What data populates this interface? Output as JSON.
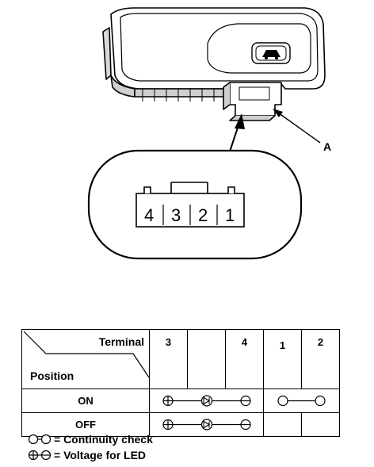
{
  "callout": {
    "part_label": "A"
  },
  "connector": {
    "pins": [
      "4",
      "3",
      "2",
      "1"
    ]
  },
  "table": {
    "corner_terminal_label": "Terminal",
    "corner_position_label": "Position",
    "terminal_columns": [
      "3",
      "",
      "4",
      "1",
      "2"
    ],
    "rows": [
      {
        "position": "ON",
        "led_circuit": "3-4",
        "continuity": "1-2"
      },
      {
        "position": "OFF",
        "led_circuit": "3-4",
        "continuity": ""
      }
    ]
  },
  "legend": {
    "continuity_text": "= Continuity check",
    "voltage_text": "= Voltage for LED"
  }
}
